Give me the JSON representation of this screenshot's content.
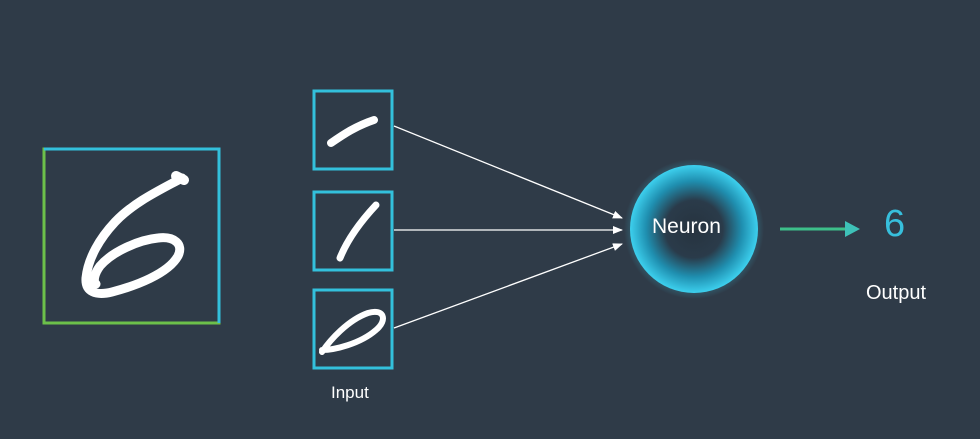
{
  "diagram": {
    "neuron_label": "Neuron",
    "input_label": "Input",
    "output_label": "Output",
    "output_value": "6"
  },
  "colors": {
    "background": "#2f3b48",
    "frame_cyan": "#33c0dc",
    "frame_green": "#6cc04a",
    "arrow_green": "#3dbf8a",
    "digit_stroke": "#ffffff",
    "output_text": "#37bfdc"
  }
}
